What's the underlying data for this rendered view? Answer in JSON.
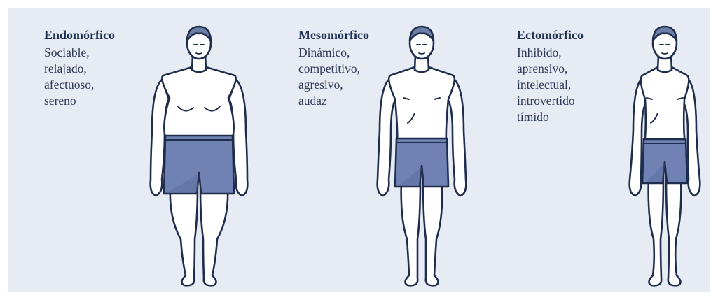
{
  "colors": {
    "panel_background": "#e7ecf4",
    "title_text": "#1f2f52",
    "body_text": "#2e3a55",
    "outline": "#1f2d4d",
    "skin": "#ffffff",
    "hair": "#6b7fa5",
    "shorts": "#6f82b3",
    "shorts_shade": "#4f6398"
  },
  "types": [
    {
      "id": "endomorph",
      "name": "Endomórfico",
      "traits": [
        "Sociable,",
        "relajado,",
        "afectuoso,",
        "sereno"
      ],
      "body": "wide"
    },
    {
      "id": "mesomorph",
      "name": "Mesomórfico",
      "traits": [
        "Dinámico,",
        "competitivo,",
        "agresivo,",
        "audaz"
      ],
      "body": "athletic"
    },
    {
      "id": "ectomorph",
      "name": "Ectomórfico",
      "traits": [
        "Inhibido,",
        "aprensivo,",
        "intelectual,",
        "introvertido",
        "tímido"
      ],
      "body": "thin"
    }
  ]
}
